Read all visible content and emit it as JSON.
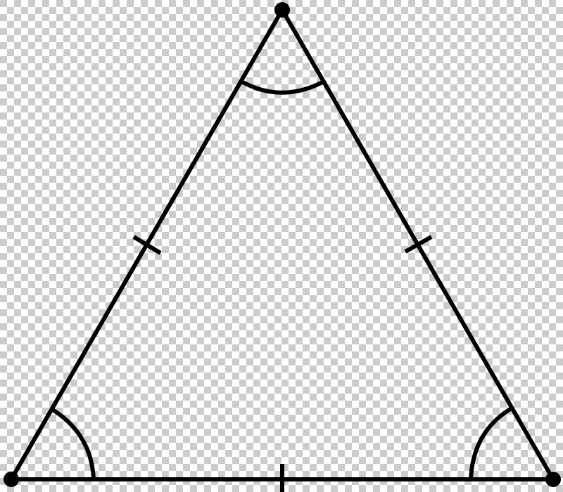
{
  "diagram": {
    "shape": "isosceles triangle",
    "vertices": [
      {
        "id": "apex"
      },
      {
        "id": "bottom-left"
      },
      {
        "id": "bottom-right"
      }
    ],
    "sides": [
      {
        "id": "left",
        "from": "apex",
        "to": "bottom-left",
        "tick_marks": 1
      },
      {
        "id": "right",
        "from": "apex",
        "to": "bottom-right",
        "tick_marks": 1
      },
      {
        "id": "base",
        "from": "bottom-left",
        "to": "bottom-right",
        "tick_marks": 1
      }
    ],
    "angle_arcs": [
      {
        "vertex": "apex",
        "arcs": 1
      },
      {
        "vertex": "bottom-left",
        "arcs": 1
      },
      {
        "vertex": "bottom-right",
        "arcs": 1
      }
    ],
    "colors": {
      "stroke": "#000000",
      "checker_light": "#ffffff",
      "checker_dark": "#cccccc"
    }
  }
}
